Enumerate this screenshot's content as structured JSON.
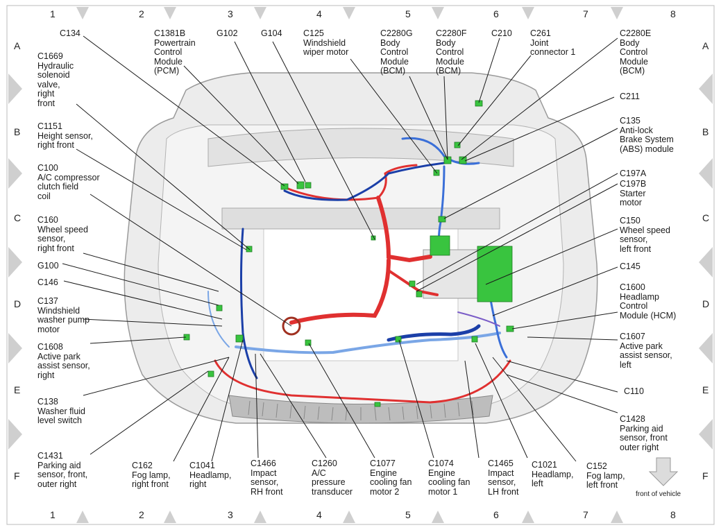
{
  "grid": {
    "columns": [
      "1",
      "2",
      "3",
      "4",
      "5",
      "6",
      "7",
      "8"
    ],
    "rows": [
      "A",
      "B",
      "C",
      "D",
      "E",
      "F"
    ]
  },
  "callouts": [
    {
      "id": "c134",
      "text": "C134"
    },
    {
      "id": "c1381b",
      "text": "C1381B\nPowertrain\nControl\nModule\n(PCM)"
    },
    {
      "id": "g102",
      "text": "G102"
    },
    {
      "id": "g104",
      "text": "G104"
    },
    {
      "id": "c125",
      "text": "C125\nWindshield\nwiper motor"
    },
    {
      "id": "c2280g",
      "text": "C2280G\nBody\nControl\nModule\n(BCM)"
    },
    {
      "id": "c2280f",
      "text": "C2280F\nBody\nControl\nModule\n(BCM)"
    },
    {
      "id": "c210",
      "text": "C210"
    },
    {
      "id": "c261",
      "text": "C261\nJoint\nconnector 1"
    },
    {
      "id": "c2280e",
      "text": "C2280E\nBody\nControl\nModule\n(BCM)"
    },
    {
      "id": "c1669",
      "text": "C1669\nHydraulic\nsolenoid\nvalve,\nright\nfront"
    },
    {
      "id": "c211",
      "text": "C211"
    },
    {
      "id": "c1151",
      "text": "C1151\nHeight sensor,\nright front"
    },
    {
      "id": "c135",
      "text": "C135\nAnti-lock\nBrake System\n(ABS) module"
    },
    {
      "id": "c100",
      "text": "C100\nA/C compressor\nclutch field\ncoil"
    },
    {
      "id": "c197a",
      "text": "C197A"
    },
    {
      "id": "c197b",
      "text": "C197B\nStarter\nmotor"
    },
    {
      "id": "c160",
      "text": "C160\nWheel speed\nsensor,\nright front"
    },
    {
      "id": "c150",
      "text": "C150\nWheel speed\nsensor,\nleft front"
    },
    {
      "id": "g100",
      "text": "G100"
    },
    {
      "id": "c145",
      "text": "C145"
    },
    {
      "id": "c146",
      "text": "C146"
    },
    {
      "id": "c137",
      "text": "C137\nWindshield\nwasher pump\nmotor"
    },
    {
      "id": "c1600",
      "text": "C1600\nHeadlamp\nControl\nModule (HCM)"
    },
    {
      "id": "c1608",
      "text": "C1608\nActive park\nassist sensor,\nright"
    },
    {
      "id": "c1607",
      "text": "C1607\nActive park\nassist sensor,\nleft"
    },
    {
      "id": "c110",
      "text": "C110"
    },
    {
      "id": "c138",
      "text": "C138\nWasher fluid\nlevel switch"
    },
    {
      "id": "c1428",
      "text": "C1428\nParking aid\nsensor, front\nouter right"
    },
    {
      "id": "c1431",
      "text": "C1431\nParking aid\nsensor, front,\nouter right"
    },
    {
      "id": "c162",
      "text": "C162\nFog lamp,\nright front"
    },
    {
      "id": "c1041",
      "text": "C1041\nHeadlamp,\nright"
    },
    {
      "id": "c1466",
      "text": "C1466\nImpact\nsensor,\nRH front"
    },
    {
      "id": "c1260",
      "text": "C1260\nA/C\npressure\ntransducer"
    },
    {
      "id": "c1077",
      "text": "C1077\nEngine\ncooling fan\nmotor 2"
    },
    {
      "id": "c1074",
      "text": "C1074\nEngine\ncooling fan\nmotor 1"
    },
    {
      "id": "c1465",
      "text": "C1465\nImpact\nsensor,\nLH front"
    },
    {
      "id": "c1021",
      "text": "C1021\nHeadlamp,\nleft"
    },
    {
      "id": "c152",
      "text": "C152\nFog lamp,\nleft front"
    }
  ],
  "front_of_vehicle": "front of vehicle",
  "colors": {
    "harness_red": "#e03030",
    "harness_blue": "#3a6fd8",
    "harness_dark_blue": "#1b3fa8",
    "connector_green": "#39c43f",
    "grid_marker": "#cccccc",
    "body_gray": "#d6d6d6"
  }
}
